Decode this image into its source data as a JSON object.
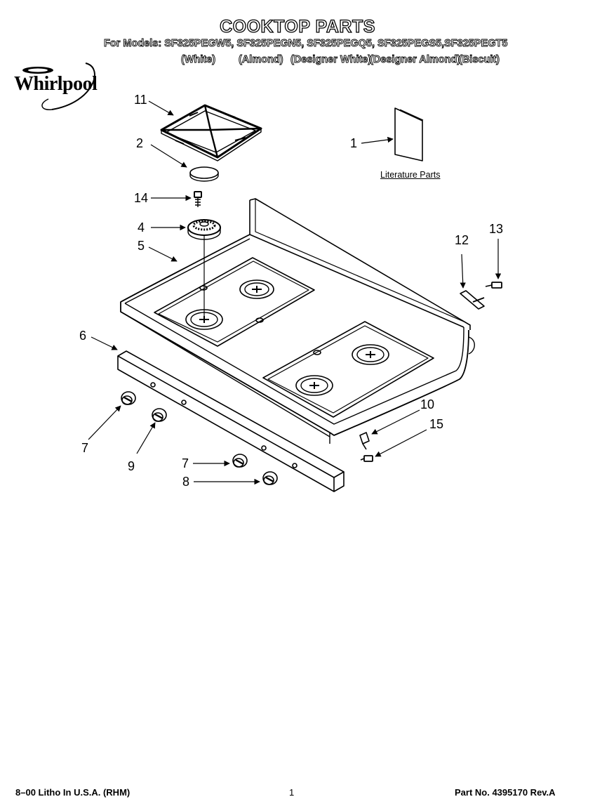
{
  "title": "COOKTOP PARTS",
  "models_line": "For Models: SF325PEGW5, SF325PEGN5, SF325PEGQ5, SF325PEGS5,SF325PEGT5",
  "variants": [
    "(White)",
    "(Almond)",
    "(Designer White)",
    "(Designer Almond)",
    "(Biscuit)"
  ],
  "brand": "Whirlpool",
  "literature_label": "Literature Parts",
  "callouts": {
    "c1": "1",
    "c2": "2",
    "c4": "4",
    "c5": "5",
    "c6": "6",
    "c7a": "7",
    "c7b": "7",
    "c8": "8",
    "c9": "9",
    "c10": "10",
    "c11": "11",
    "c12": "12",
    "c13": "13",
    "c14": "14",
    "c15": "15"
  },
  "footer": {
    "left": "8–00 Litho In U.S.A. (RHM)",
    "center": "1",
    "right": "Part No. 4395170 Rev.A"
  },
  "colors": {
    "ink": "#000000",
    "paper": "#ffffff"
  }
}
